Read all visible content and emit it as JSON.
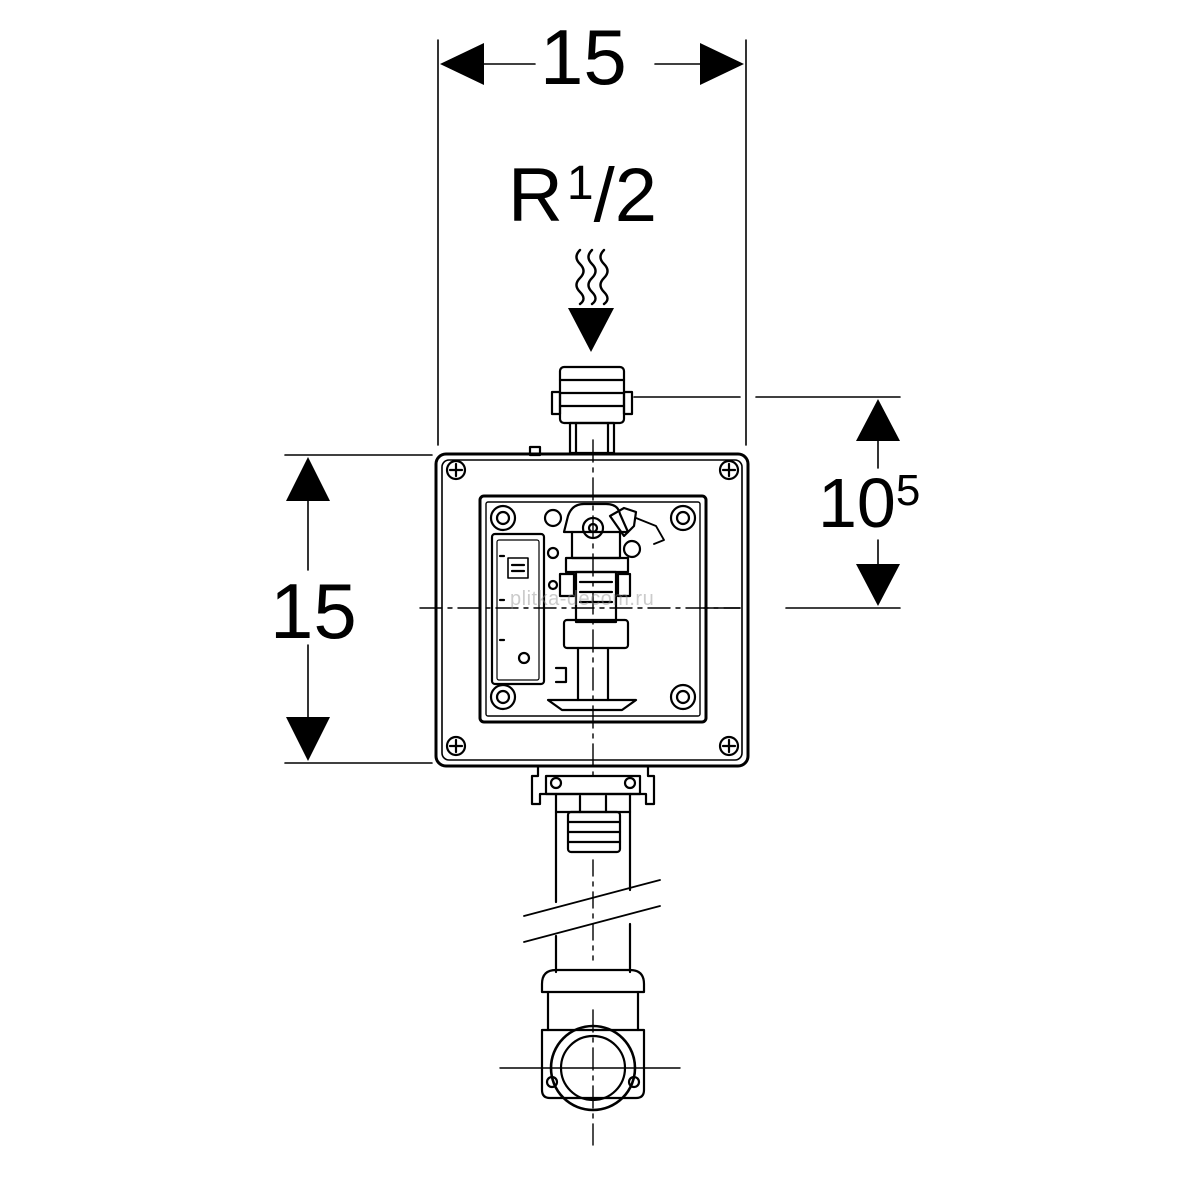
{
  "dimensions": {
    "width_top": "15",
    "height_left": "15",
    "offset_right_base": "10",
    "offset_right_superscript": "5"
  },
  "connection": {
    "thread_prefix": "R",
    "thread_numerator": "1",
    "thread_slash": "/",
    "thread_denominator": "2"
  },
  "watermark": "plitka-decom.ru",
  "colors": {
    "line": "#000000",
    "background": "#ffffff"
  }
}
